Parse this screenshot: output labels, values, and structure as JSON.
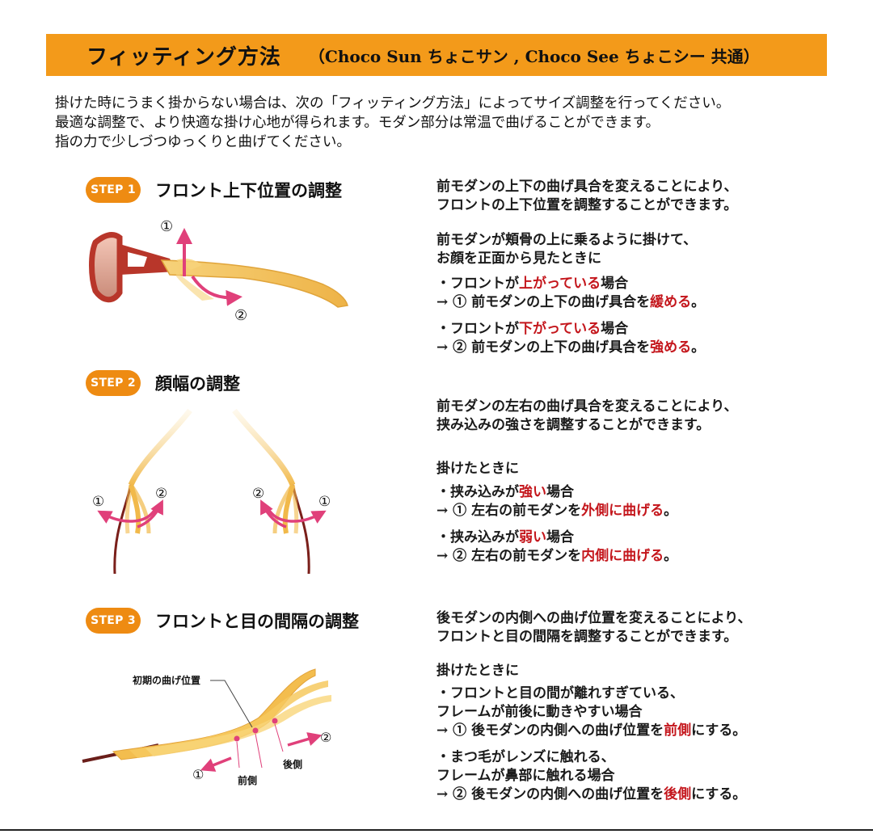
{
  "header": {
    "title": "フィッティング方法",
    "subtitle": "（Choco Sun ちょこサン , Choco See ちょこシー 共通）"
  },
  "intro": {
    "line1": "掛けた時にうまく掛からない場合は、次の「フィッティング方法」によってサイズ調整を行ってください。",
    "line2": "最適な調整で、より快適な掛け心地が得られます。モダン部分は常温で曲げることができます。",
    "line3": "指の力で少しづつゆっくりと曲げてください。"
  },
  "step1": {
    "badge": "STEP 1",
    "title": "フロント上下位置の調整",
    "p1a": "前モダンの上下の曲げ具合を変えることにより、",
    "p1b": "フロントの上下位置を調整することができます。",
    "p2a": "前モダンが頬骨の上に乗るように掛けて、",
    "p2b": "お顔を正面から見たときに",
    "c1_pre": "・フロントが",
    "c1_red": "上がっている",
    "c1_post": "場合",
    "c1_action_pre": "→ ① 前モダンの上下の曲げ具合を",
    "c1_action_red": "緩める",
    "c1_action_post": "。",
    "c2_pre": "・フロントが",
    "c2_red": "下がっている",
    "c2_post": "場合",
    "c2_action_pre": "→ ② 前モダンの上下の曲げ具合を",
    "c2_action_red": "強める",
    "c2_action_post": "。",
    "marker1": "①",
    "marker2": "②"
  },
  "step2": {
    "badge": "STEP 2",
    "title": "顔幅の調整",
    "p1a": "前モダンの左右の曲げ具合を変えることにより、",
    "p1b": "挟み込みの強さを調整することができます。",
    "p2": "掛けたときに",
    "c1_pre": "・挟み込みが",
    "c1_red": "強い",
    "c1_post": "場合",
    "c1_action_pre": "→ ① 左右の前モダンを",
    "c1_action_red": "外側に曲げる",
    "c1_action_post": "。",
    "c2_pre": "・挟み込みが",
    "c2_red": "弱い",
    "c2_post": "場合",
    "c2_action_pre": "→ ② 左右の前モダンを",
    "c2_action_red": "内側に曲げる",
    "c2_action_post": "。",
    "marker1": "①",
    "marker2": "②"
  },
  "step3": {
    "badge": "STEP 3",
    "title": "フロントと目の間隔の調整",
    "p1a": "後モダンの内側への曲げ位置を変えることにより、",
    "p1b": "フロントと目の間隔を調整することができます。",
    "p2": "掛けたときに",
    "c1a": "・フロントと目の間が離れすぎている、",
    "c1b": "フレームが前後に動きやすい場合",
    "c1_action_pre": " → ① 後モダンの内側への曲げ位置を",
    "c1_action_red": "前側",
    "c1_action_post": "にする。",
    "c2a": "・まつ毛がレンズに触れる、",
    "c2b": "フレームが鼻部に触れる場合",
    "c2_action_pre": " → ② 後モダンの内側への曲げ位置を",
    "c2_action_red": "後側",
    "c2_action_post": "にする。",
    "label_initial": "初期の曲げ位置",
    "label_front": "前側",
    "label_back": "後側",
    "marker1": "①",
    "marker2": "②"
  },
  "colors": {
    "banner": "#f39a1a",
    "badge": "#ee8b12",
    "emphasis": "#c4161c",
    "arrow": "#e0407a",
    "temple": "#f5c35c",
    "frame": "#b8362a"
  },
  "icons": [
    "arrow-up-icon",
    "arrow-down-icon",
    "arrow-out-icon",
    "arrow-in-icon"
  ]
}
